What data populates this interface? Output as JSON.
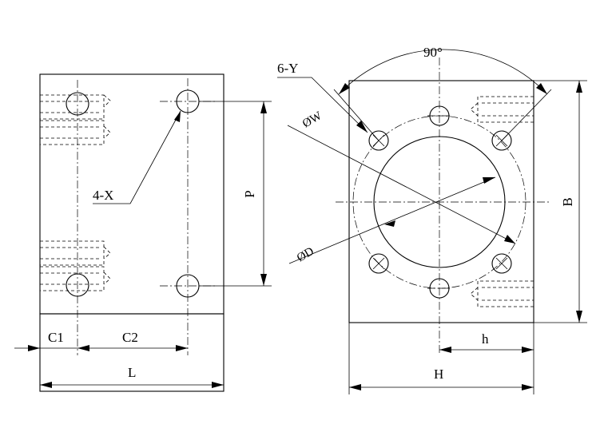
{
  "labels": {
    "four_x": "4-X",
    "p": "P",
    "c1": "C1",
    "c2": "C2",
    "l": "L",
    "six_y": "6-Y",
    "angle": "90°",
    "phi_w": "ØW",
    "phi_d": "ØD",
    "b": "B",
    "h_small": "h",
    "h_large": "H"
  }
}
